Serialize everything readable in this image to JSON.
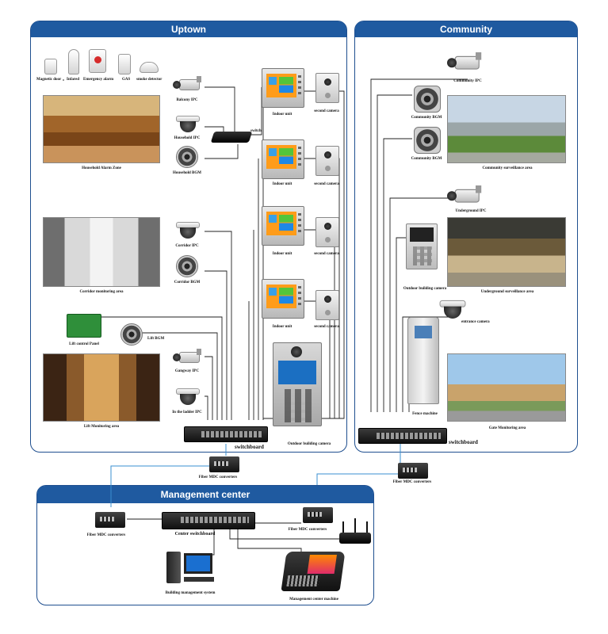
{
  "panels": {
    "uptown": "Uptown",
    "community": "Community",
    "management": "Management center"
  },
  "uptown": {
    "sensors": [
      "Magnetic door",
      "Infared",
      "Emergency alarm",
      "GAS",
      "smoke detector"
    ],
    "balcony_ipc": "Balcony IPC",
    "household_ipc": "Household IPC",
    "household_bgm": "Household BGM",
    "household_zone": "Household Alarm Zone",
    "switch": "switch",
    "indoor_unit": "Indoor unit",
    "second_camera": "second camera",
    "corridor_ipc": "Corridor IPC",
    "corridor_bgm": "Corridor BGM",
    "corridor_area": "Corridor monitoring area",
    "lift_panel": "Lift control Panel",
    "lift_bgm": "Lift BGM",
    "gangway_ipc": "Gangway IPC",
    "ladder_ipc": "In the ladder IPC",
    "lift_area": "Lift Monitoring area",
    "outdoor_camera": "Outdoor building camera",
    "switchboard": "switchboard",
    "fiber": "Fiber MDC converters"
  },
  "community": {
    "community_ipc": "Community IPC",
    "community_bgm": "Community BGM",
    "surveillance_area": "Community surveillance area",
    "underground_ipc": "Underground IPC",
    "outdoor_camera": "Outdoor building camera",
    "underground_area": "Underground surveillance area",
    "entrance_camera": "entrance camera",
    "fence_machine": "Fence machine",
    "gate_area": "Gate Monitoring area",
    "switchboard": "switchboard",
    "fiber": "Fiber MDC converters"
  },
  "management": {
    "fiber_left": "Fiber MDC converters",
    "center_switch": "Center switchboard",
    "fiber_right": "Fiber MDC converters",
    "bms": "Building management system",
    "center_machine": "Management center machine"
  },
  "colors": {
    "header": "#1f5aa0",
    "wire": "#222222",
    "fiber_wire": "#3a8fd0"
  }
}
